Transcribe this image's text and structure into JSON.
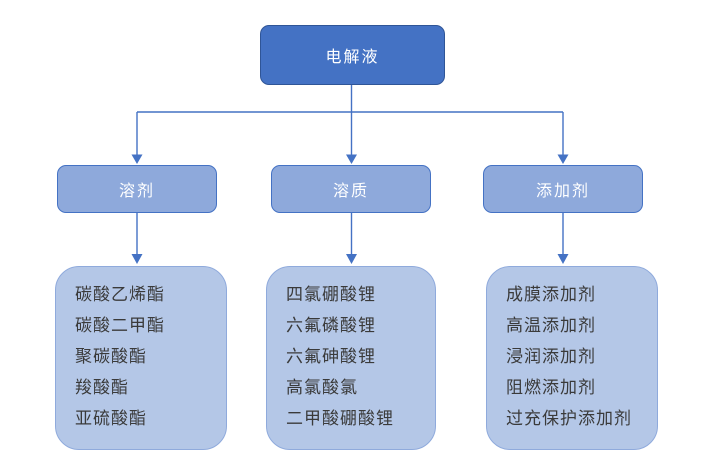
{
  "diagram": {
    "root": {
      "label": "电解液"
    },
    "branches": [
      {
        "label": "溶剂",
        "items": [
          "碳酸乙烯酯",
          "碳酸二甲酯",
          "聚碳酸酯",
          "羧酸酯",
          "亚硫酸酯"
        ]
      },
      {
        "label": "溶质",
        "items": [
          "四氯硼酸锂",
          "六氟磷酸锂",
          "六氟砷酸锂",
          "高氯酸氯",
          "二甲酸硼酸锂"
        ]
      },
      {
        "label": "添加剂",
        "items": [
          "成膜添加剂",
          "高温添加剂",
          "浸润添加剂",
          "阻燃添加剂",
          "过充保护添加剂"
        ]
      }
    ],
    "colors": {
      "background": "#FFFFFF",
      "root_fill": "#4472C4",
      "root_border": "#2F5597",
      "branch_fill": "#8EA9DB",
      "branch_border": "#4472C4",
      "list_fill": "#B4C7E7",
      "list_border": "#8FAADC",
      "connector": "#4472C4",
      "list_text": "#3A3A3A"
    }
  }
}
